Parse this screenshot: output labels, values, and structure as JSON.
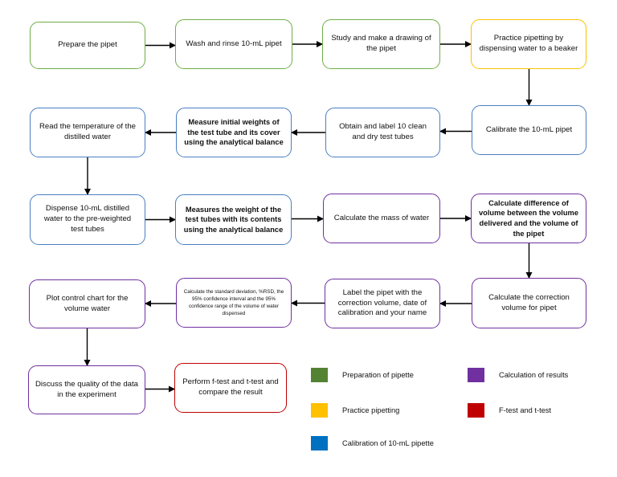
{
  "colors": {
    "green": "#70ad47",
    "yellow": "#ffc000",
    "blue": "#4a7fc1",
    "purple": "#7030a0",
    "red": "#c00000",
    "arrow": "#000000"
  },
  "steps": [
    {
      "id": "prepare",
      "text": "Prepare the pipet",
      "category": "green"
    },
    {
      "id": "wash",
      "text": "Wash and rinse 10-mL pipet",
      "category": "green"
    },
    {
      "id": "study",
      "text": "Study and make a drawing of the pipet",
      "category": "green"
    },
    {
      "id": "practice",
      "text": "Practice pipetting by dispensing water to a beaker",
      "category": "yellow"
    },
    {
      "id": "calibrate",
      "text": "Calibrate the 10-mL pipet",
      "category": "blue"
    },
    {
      "id": "obtain",
      "text": "Obtain and label 10 clean and dry test tubes",
      "category": "blue"
    },
    {
      "id": "measure-initial",
      "text": "Measure initial weights of the test tube and its cover using the analytical balance",
      "category": "blue"
    },
    {
      "id": "read-temp",
      "text": "Read the temperature of the distilled water",
      "category": "blue"
    },
    {
      "id": "dispense",
      "text": "Dispense 10-mL distilled water to the pre-weighted test tubes",
      "category": "blue"
    },
    {
      "id": "measure-contents",
      "text": "Measures the weight of the test tubes with its contents using the analytical balance",
      "category": "blue"
    },
    {
      "id": "mass",
      "text": "Calculate the mass of water",
      "category": "purple"
    },
    {
      "id": "difference",
      "text": "Calculate difference of volume between the volume delivered and the volume of the pipet",
      "category": "purple"
    },
    {
      "id": "correction",
      "text": "Calculate the correction volume for pipet",
      "category": "purple"
    },
    {
      "id": "label",
      "text": "Label the pipet with the correction volume, date of calibration and your name",
      "category": "purple"
    },
    {
      "id": "stats",
      "text": "Calculate the standard deviation, %RSD, the 95% confidence interval and the 95% confidence range of the volume of water dispensed",
      "category": "purple"
    },
    {
      "id": "plot",
      "text": "Plot control chart for the volume water",
      "category": "purple"
    },
    {
      "id": "discuss",
      "text": "Discuss the quality of the data in the experiment",
      "category": "purple"
    },
    {
      "id": "ftest",
      "text": "Perform f-test and t-test and compare the result",
      "category": "red"
    }
  ],
  "connections": [
    [
      "prepare",
      "wash"
    ],
    [
      "wash",
      "study"
    ],
    [
      "study",
      "practice"
    ],
    [
      "practice",
      "calibrate"
    ],
    [
      "calibrate",
      "obtain"
    ],
    [
      "obtain",
      "measure-initial"
    ],
    [
      "measure-initial",
      "read-temp"
    ],
    [
      "read-temp",
      "dispense"
    ],
    [
      "dispense",
      "measure-contents"
    ],
    [
      "measure-contents",
      "mass"
    ],
    [
      "mass",
      "difference"
    ],
    [
      "difference",
      "correction"
    ],
    [
      "correction",
      "label"
    ],
    [
      "label",
      "stats"
    ],
    [
      "stats",
      "plot"
    ],
    [
      "plot",
      "discuss"
    ],
    [
      "discuss",
      "ftest"
    ]
  ],
  "legend": [
    {
      "label": "Preparation of pipette",
      "color": "#548235"
    },
    {
      "label": "Calculation of results",
      "color": "#7030a0"
    },
    {
      "label": "Practice pipetting",
      "color": "#ffc000"
    },
    {
      "label": "F-test and t-test",
      "color": "#c00000"
    },
    {
      "label": "Calibration of 10-mL pipette",
      "color": "#0070c0"
    }
  ]
}
